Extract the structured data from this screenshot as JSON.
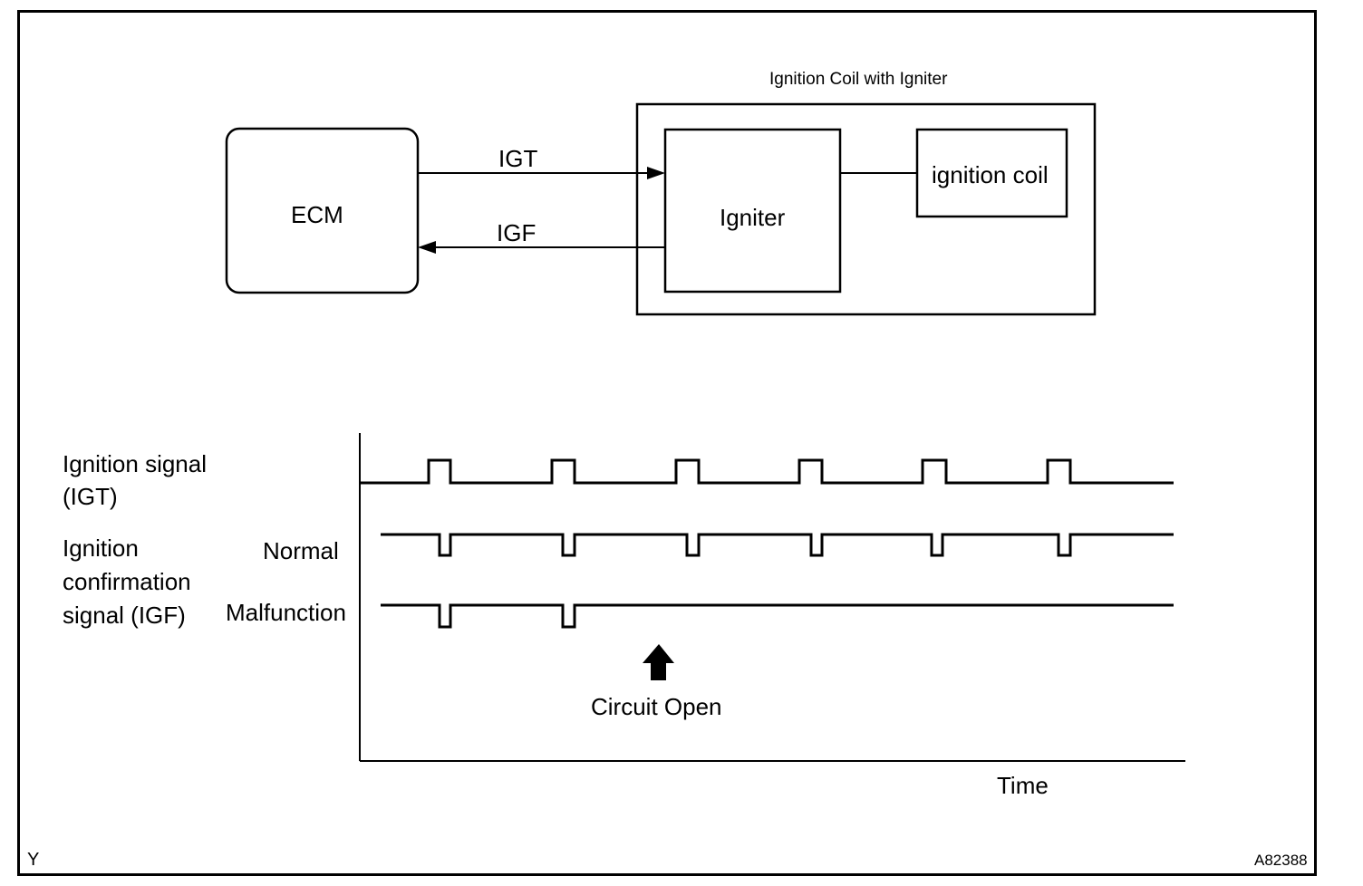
{
  "block_diagram": {
    "ecm_label": "ECM",
    "unit_title": "Ignition Coil with Igniter",
    "igniter_label": "Igniter",
    "coil_label": "ignition coil",
    "igt_label": "IGT",
    "igf_label": "IGF"
  },
  "timing_chart": {
    "igt_label_line1": "Ignition signal",
    "igt_label_line2": "(IGT)",
    "igf_label_line1": "Ignition",
    "igf_label_line2": "confirmation",
    "igf_label_line3": "signal (IGF)",
    "normal_label": "Normal",
    "malfunction_label": "Malfunction",
    "circuit_open_label": "Circuit Open",
    "time_label": "Time"
  },
  "corner_left": "Y",
  "figure_code": "A82388"
}
